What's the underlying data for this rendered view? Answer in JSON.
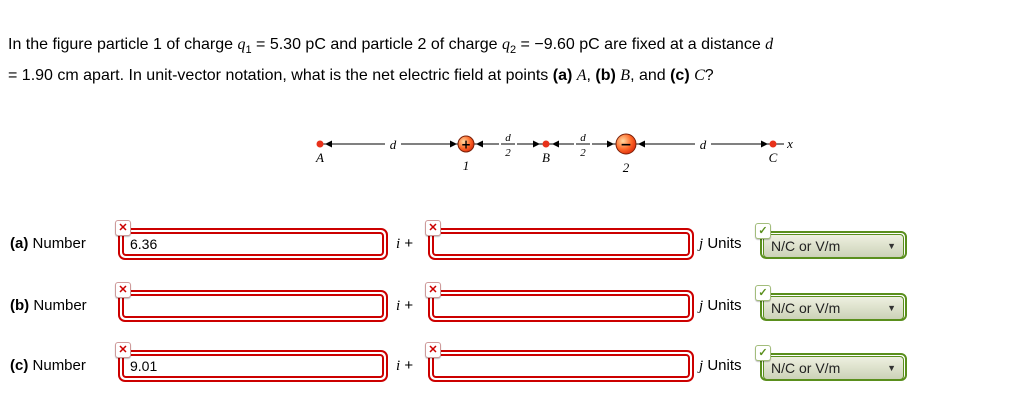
{
  "problem": {
    "segments": [
      "In the figure particle 1 of charge ",
      "q",
      "1",
      " = 5.30 pC and particle 2 of charge ",
      "q",
      "2",
      " = −9.60 pC are fixed at a distance ",
      "d",
      "= 1.90 cm apart. In unit-vector notation, what is the net electric field at points ",
      "(a) ",
      "A",
      ", ",
      "(b) ",
      "B",
      ", and ",
      "(c) ",
      "C",
      "?"
    ]
  },
  "figure": {
    "point_a": "A",
    "particle_1": "1",
    "point_b": "B",
    "particle_2": "2",
    "point_c": "C",
    "axis_label": "x",
    "distance_label": "d",
    "half_numerator": "d",
    "half_denominator": "2",
    "plus_sign": "+",
    "minus_sign": "−"
  },
  "icons": {
    "incorrect": "✕",
    "correct": "✓",
    "dropdown_arrow": "▼"
  },
  "answers": {
    "shared": {
      "i": "i",
      "plus": "+",
      "j": "j",
      "units": "Units",
      "unit_value": "N/C or V/m"
    },
    "rows": [
      {
        "prefix": "(a)",
        "label": "Number",
        "value1": "6.36",
        "value2": ""
      },
      {
        "prefix": "(b)",
        "label": "Number",
        "value1": "",
        "value2": ""
      },
      {
        "prefix": "(c)",
        "label": "Number",
        "value1": "9.01",
        "value2": ""
      }
    ]
  },
  "colors": {
    "incorrect": "#cc0000",
    "correct": "#5a8f1d"
  }
}
